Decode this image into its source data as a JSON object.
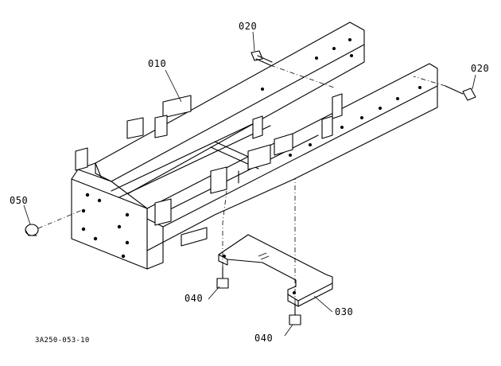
{
  "diagram": {
    "parts": [
      {
        "id": "frame",
        "callout": "010"
      },
      {
        "id": "bolt-top",
        "callout": "020"
      },
      {
        "id": "bolt-right",
        "callout": "020"
      },
      {
        "id": "plate",
        "callout": "030"
      },
      {
        "id": "bolt-bottom-left",
        "callout": "040"
      },
      {
        "id": "bolt-bottom",
        "callout": "040"
      },
      {
        "id": "plug",
        "callout": "050"
      }
    ],
    "reference_code": "3A250-053-10"
  }
}
